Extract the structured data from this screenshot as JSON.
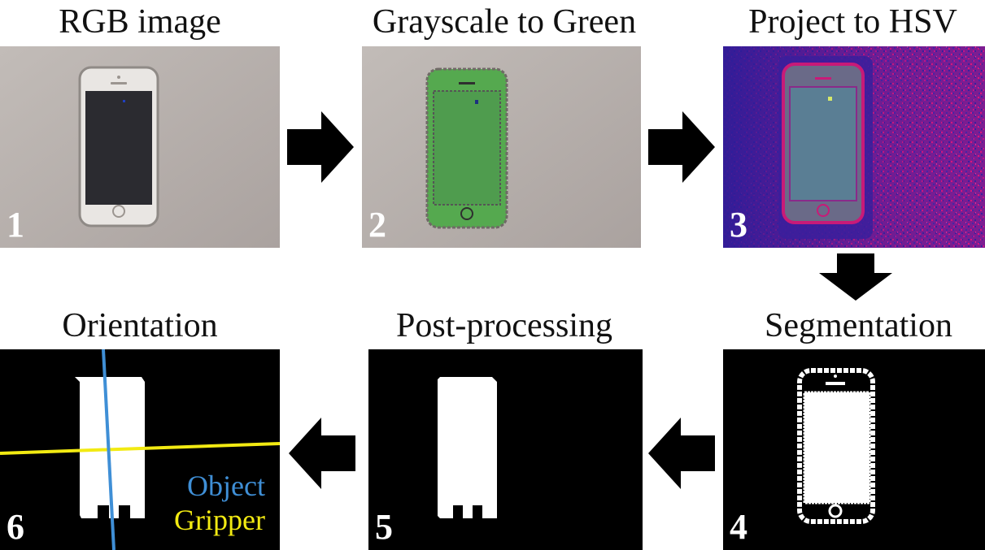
{
  "steps": [
    {
      "number": "1",
      "title": "RGB image"
    },
    {
      "number": "2",
      "title": "Grayscale to Green"
    },
    {
      "number": "3",
      "title": "Project to HSV"
    },
    {
      "number": "4",
      "title": "Segmentation"
    },
    {
      "number": "5",
      "title": "Post-processing"
    },
    {
      "number": "6",
      "title": "Orientation"
    }
  ],
  "legend": {
    "object_label": "Object",
    "gripper_label": "Gripper",
    "object_color": "#3f8fd6",
    "gripper_color": "#f2ea12"
  },
  "colors": {
    "background_rgb": "#b6afab",
    "phone_body": "#ece8e4",
    "screen_dark": "#2a2a2f",
    "green_screen": "#4f9c4e",
    "hsv_background": "#2b1f9a",
    "hsv_noise": "#e4157a",
    "hsv_screen": "#5a7e94",
    "mask_background": "#000000",
    "mask_foreground": "#ffffff"
  }
}
